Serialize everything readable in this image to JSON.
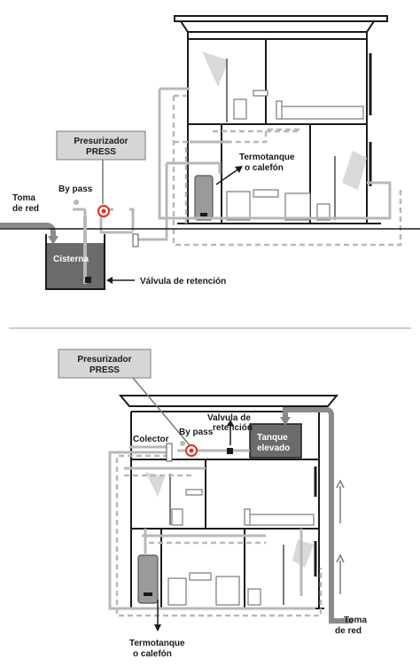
{
  "colors": {
    "ink": "#1a1a1a",
    "pipe": "#b8b8b8",
    "pipe_main": "#8a8a8a",
    "tank_fill": "#6b6b6b",
    "label_box": "#d6d6d6",
    "valve": "#e0301e"
  },
  "top_diagram": {
    "pressurizer_label_1": "Presurizador",
    "pressurizer_label_2": "PRESS",
    "bypass_label": "By pass",
    "inlet_label_1": "Toma",
    "inlet_label_2": "de red",
    "tank_label": "Cisterna",
    "check_valve_label": "Válvula de retención",
    "heater_label_1": "Termotanque",
    "heater_label_2": "o calefón"
  },
  "bottom_diagram": {
    "pressurizer_label_1": "Presurizador",
    "pressurizer_label_2": "PRESS",
    "collector_label": "Colector",
    "bypass_label": "By pass",
    "check_valve_label_1": "Valvula de",
    "check_valve_label_2": "retención",
    "tank_label_1": "Tanque",
    "tank_label_2": "elevado",
    "inlet_label_1": "Toma",
    "inlet_label_2": "de red",
    "heater_label_1": "Termotanque",
    "heater_label_2": "o calefón"
  }
}
